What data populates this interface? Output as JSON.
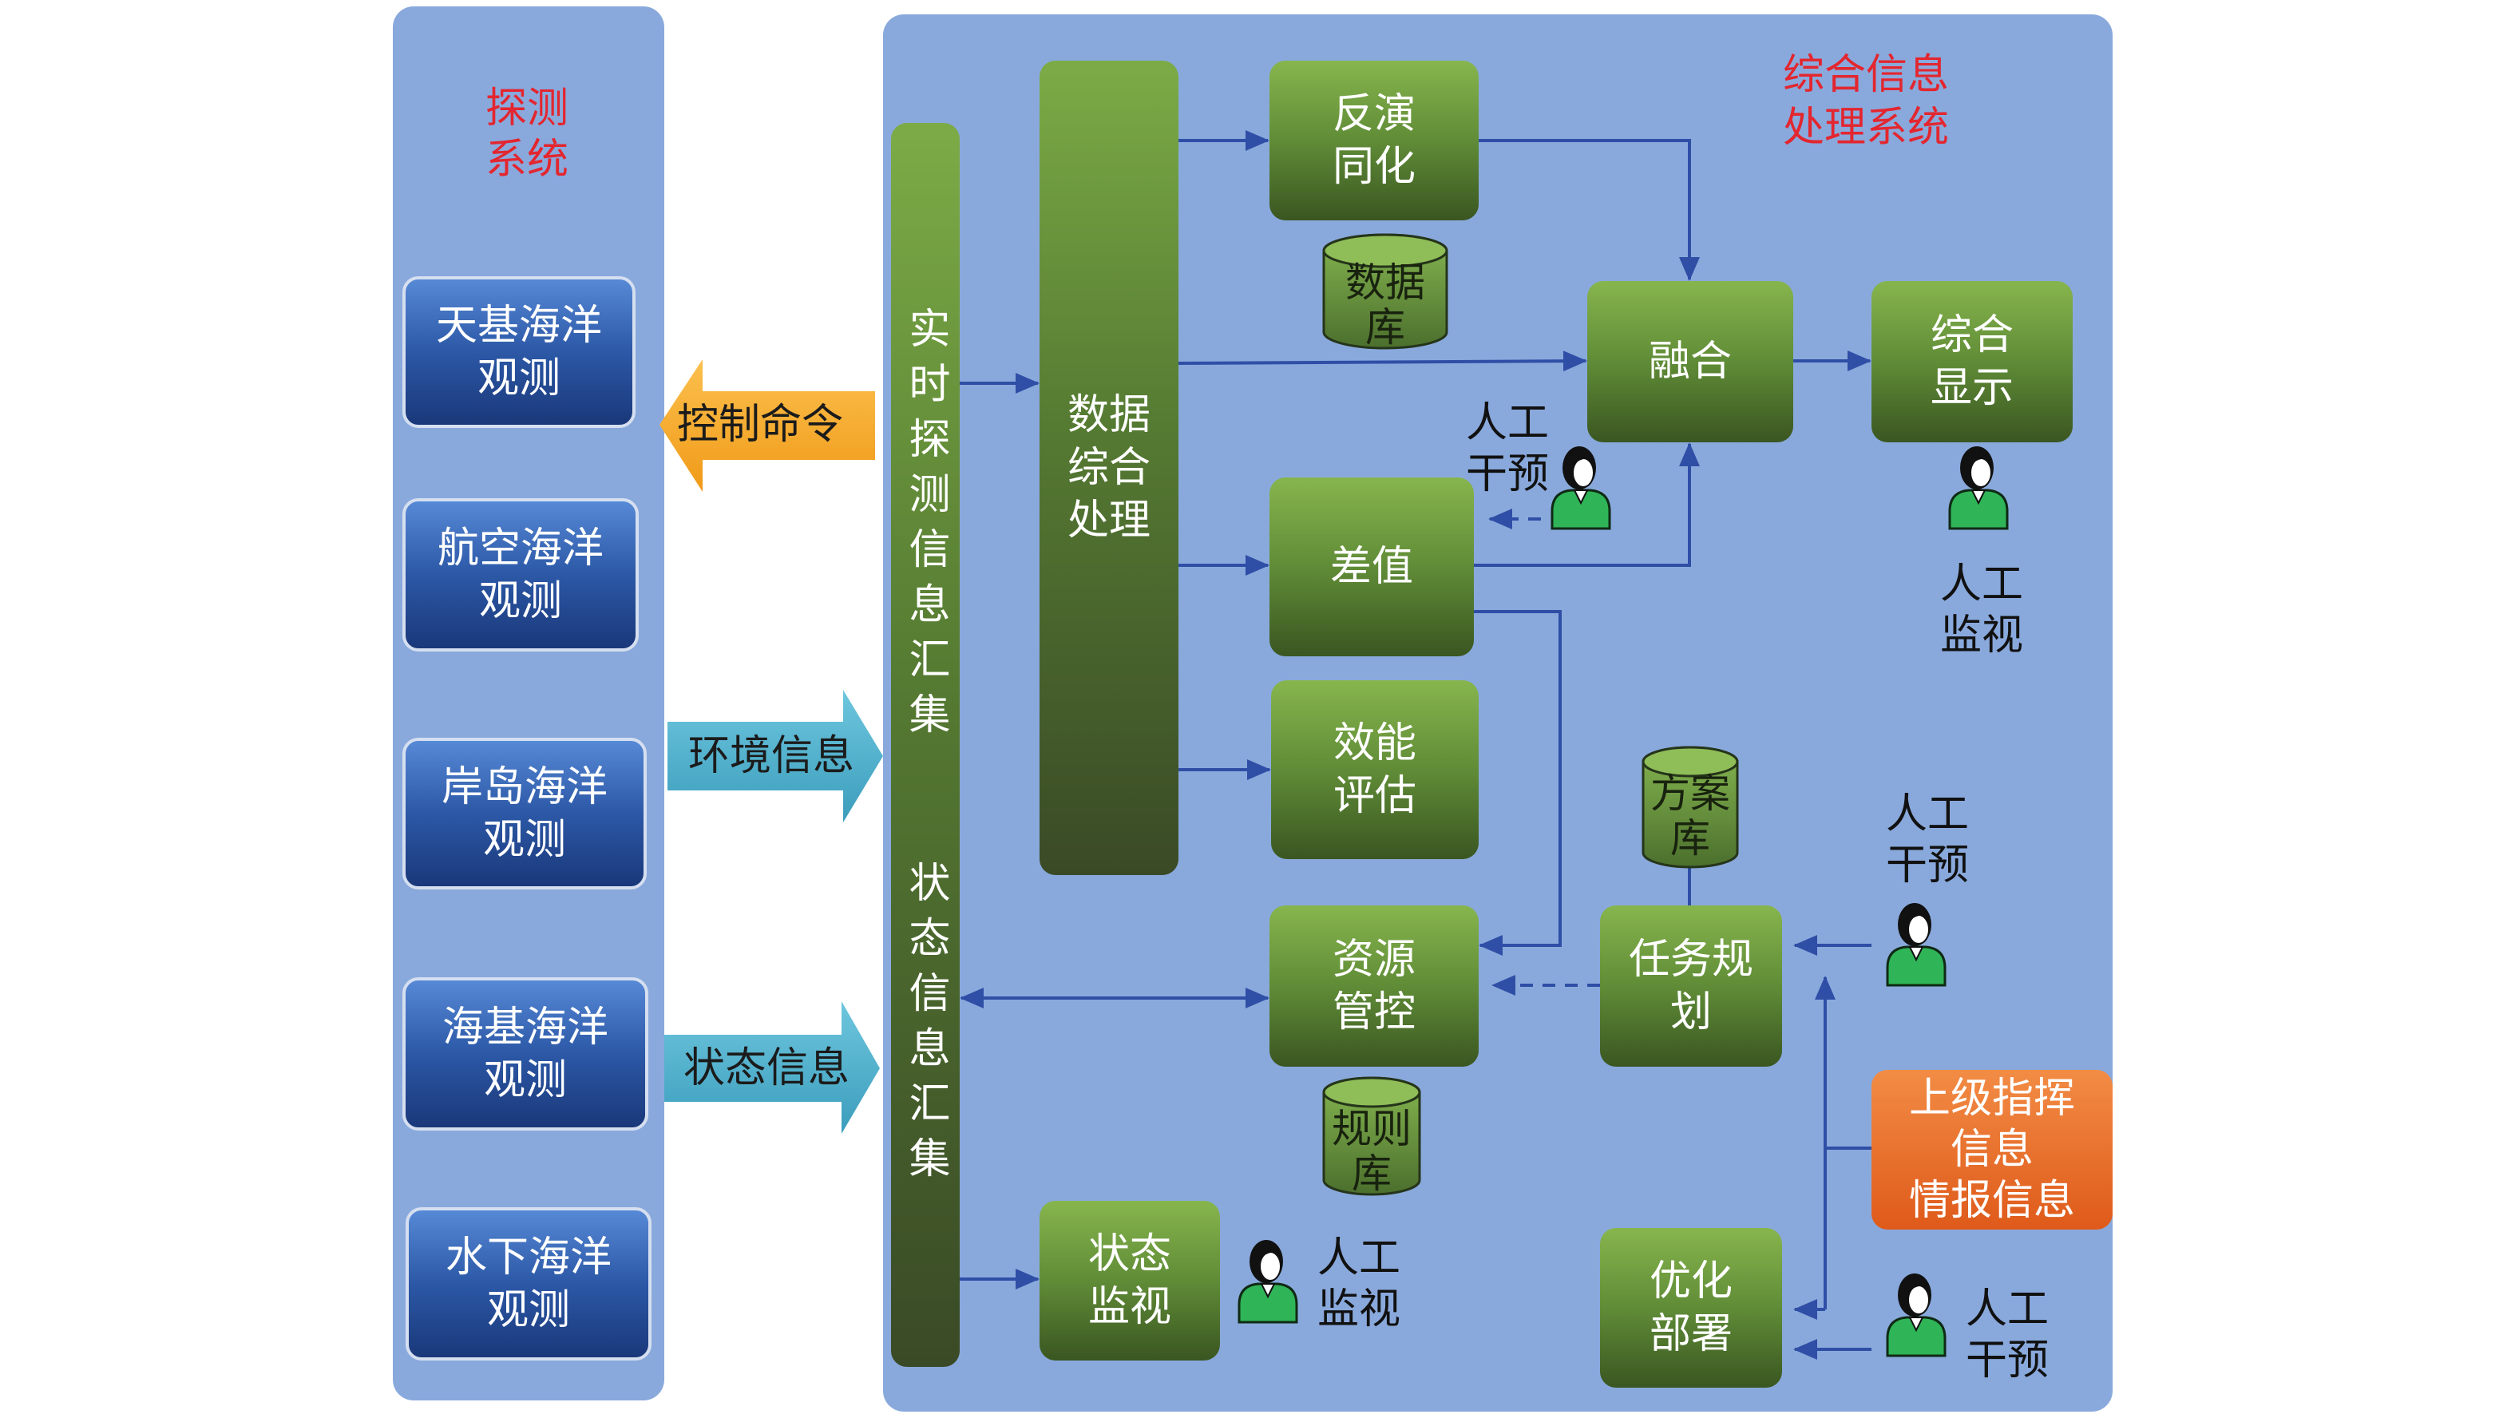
{
  "detection_system": {
    "title": "探测\n系统",
    "stations": [
      "天基海洋\n观测",
      "航空海洋\n观测",
      "岸岛海洋\n观测",
      "海基海洋\n观测",
      "水下海洋\n观测"
    ]
  },
  "flow_arrows": {
    "control_command": "控制命令",
    "environment_info": "环境信息",
    "status_info": "状态信息"
  },
  "processing_system": {
    "title": "综合信息\n处理系统",
    "collection_bar": {
      "realtime": "实时探测信息汇集",
      "status": "状态信息汇集"
    },
    "modules": {
      "data_processing": "数据\n综合\n处理",
      "inversion_assimilation": "反演\n同化",
      "fusion": "融合",
      "integrated_display": "综合\n显示",
      "interpolation": "差值",
      "effectiveness_evaluation": "效能\n评估",
      "resource_control": "资源\n管控",
      "mission_planning": "任务规\n划",
      "status_monitoring": "状态\n监视",
      "deployment_optimization": "优化\n部署",
      "superior_command": "上级指挥\n信息\n情报信息"
    },
    "databases": {
      "data": "数据\n库",
      "plan": "方案\n库",
      "rule": "规则\n库"
    },
    "operators": [
      {
        "role": "人工\n干预",
        "icon": "person-icon"
      },
      {
        "role": "人工\n监视",
        "icon": "person-icon"
      },
      {
        "role": "人工\n干预",
        "icon": "person-icon"
      },
      {
        "role": "人工\n监视",
        "icon": "person-icon"
      },
      {
        "role": "人工\n干预",
        "icon": "person-icon"
      }
    ]
  },
  "colors": {
    "title_red": "#e3262f",
    "panel_blue": "#89a9dc",
    "connector_blue": "#2f4ea6",
    "command_orange": "#f09a18",
    "info_teal": "#3b9dbc",
    "alert_orange": "#df5a1a",
    "operator_green": "#2fb457"
  }
}
